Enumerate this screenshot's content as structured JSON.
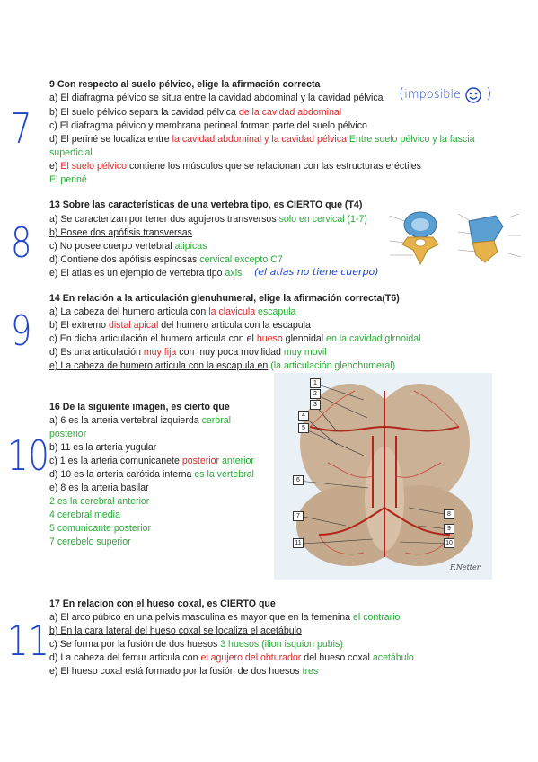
{
  "colors": {
    "red": "#e0262a",
    "green": "#2bab3a",
    "handwriting": "#1f45c9"
  },
  "q9": {
    "title": "9 Con respecto al suelo pélvico, elige la afirmación correcta",
    "a": "a) El diafragma pélvico se situa entre la cavidad abdominal y la cavidad pélvica",
    "b": "b) El suelo pélvico separa la cavidad pélvica",
    "b_red": "de la cavidad abdominal",
    "c": "c) El diafragma pélvico y membrana perineal forman parte del suelo pélvico",
    "d": "d) El periné se localiza entre",
    "d_red": "la cavidad abdominal y la cavidad pélvica",
    "d_green": "Entre suelo pélvico y la fascia",
    "d_green2": "superficial",
    "e": "e)",
    "e_red": "El suelo pélvico",
    "e_rest": "contiene los músculos que se relacionan con las estructuras eréctiles",
    "e_green": "El periné",
    "hand_number": "7",
    "hand_note": "imposible"
  },
  "q13": {
    "title": "13 Sobre las características de una vertebra tipo, es CIERTO que (T4)",
    "a": "a) Se caracterizan por tener dos agujeros transversos",
    "a_green": "solo en cervical (1-7)",
    "b": "b) Posee dos apófisis transversas",
    "c": "c) No posee cuerpo vertebral",
    "c_green": "atipicas",
    "d": "d) Contiene dos apófisis espinosas",
    "d_green": "cervical excepto C7",
    "e": "e) El atlas es un ejemplo de vertebra tipo",
    "e_green": "axis",
    "hand_note": "(el atlas no tiene cuerpo)",
    "hand_number": "8"
  },
  "q14": {
    "title": "14 En relación a la articulación glenuhumeral, elige la afirmación correcta(T6)",
    "a": "a) La cabeza del humero articula con",
    "a_red": "la clavicula",
    "a_green": "escapula",
    "b": "b) El extremo",
    "b_red": "distal apical",
    "b_rest": "del humero articula con la escapula",
    "c": "c) En dicha articulación el humero articula con el",
    "c_red": "hueso",
    "c_rest": "glenoidal",
    "c_green": "en la cavidad glrnoidal",
    "d": "d) Es una articulación",
    "d_red": "muy fija",
    "d_rest": "con muy poca movilidad",
    "d_green": "muy movil",
    "e": "e) La cabeza de humero articula con la escapula en",
    "e_green": "(la articulación glenohumeral)",
    "hand_number": "9"
  },
  "q16": {
    "title": "16 De la siguiente imagen, es cierto que",
    "a": "a) 6 es la arteria vertebral izquierda",
    "a_green": "cerbral",
    "a_green2": "posterior",
    "b": "b) 11 es la arteria yugular",
    "c": "c) 1 es la arteria comunicanete",
    "c_red": "posterior",
    "c_green": "anterior",
    "d": "d) 10 es la arteria carótida interna",
    "d_green": "es la vertebral",
    "e": "e) 8 es la arteria basilar",
    "g1": "2 es la cerebral anterior",
    "g2": "4 cerebral media",
    "g3": "5 comunicante posterior",
    "g4": "7 cerebelo superior",
    "hand_number": "10",
    "figure_labels": [
      "1",
      "2",
      "3",
      "4",
      "5",
      "6",
      "7",
      "8",
      "9",
      "10",
      "11"
    ],
    "figure_signature": "F.Netter"
  },
  "q17": {
    "title": "17 En relacion con el hueso coxal, es CIERTO que",
    "a": "a) El arco púbico en una pelvis masculina es mayor que en la femenina",
    "a_green": "el contrario",
    "b": "b) En la cara lateral del hueso coxal se localiza el acetábulo",
    "c": "c) Se forma por la fusión de dos huesos",
    "c_green": "3 huesos (ilion isquion pubis)",
    "d": "d) La cabeza del femur articula con",
    "d_red": "el agujero del obturador",
    "d_rest": "del hueso coxal",
    "d_green": "acetábulo",
    "e": "e) El hueso coxal está formado por la fusión de dos huesos",
    "e_green": "tres",
    "hand_number": "11"
  }
}
